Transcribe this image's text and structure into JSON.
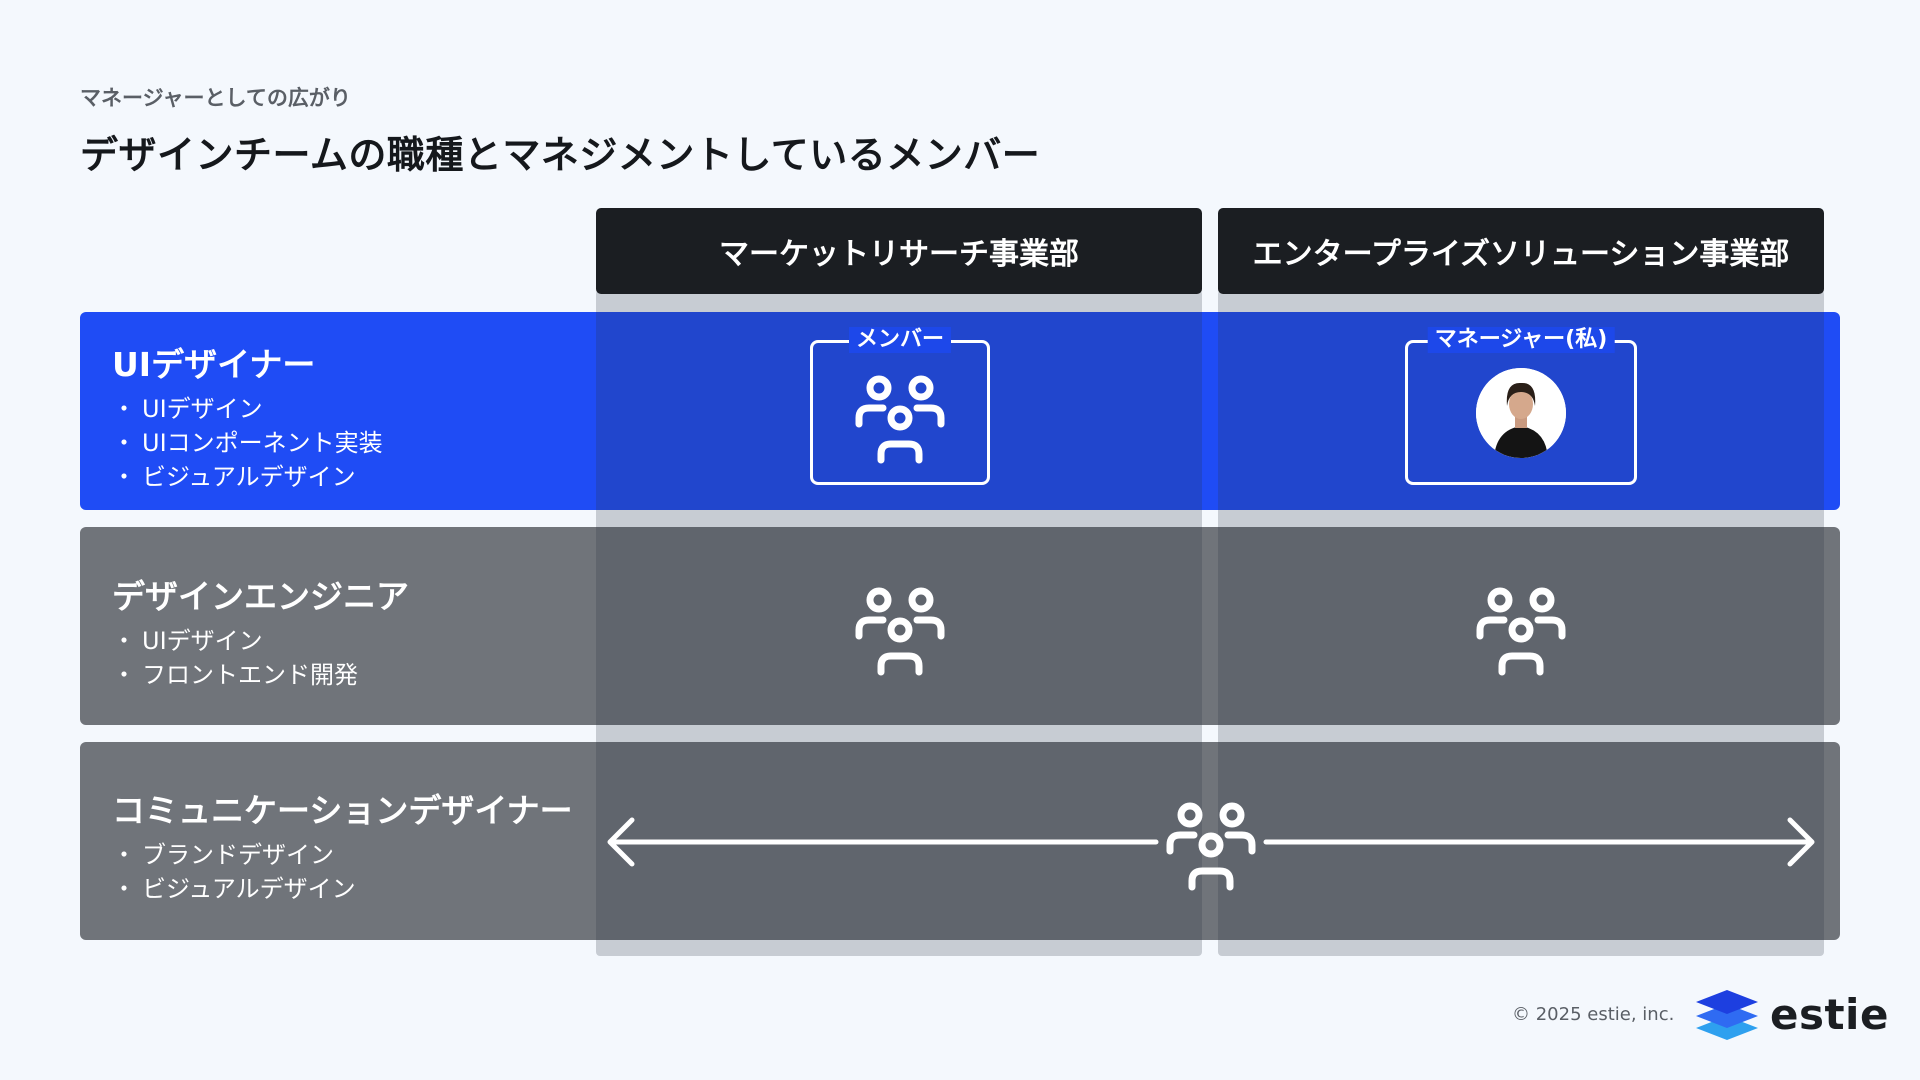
{
  "header": {
    "subtitle": "マネージャーとしての広がり",
    "title": "デザインチームの職種とマネジメントしているメンバー"
  },
  "columns": [
    {
      "label": "マーケットリサーチ事業部"
    },
    {
      "label": "エンタープライズソリューション事業部"
    }
  ],
  "rows": [
    {
      "title": "UIデザイナー",
      "bullets": [
        "UIデザイン",
        "UIコンポーネント実装",
        "ビジュアルデザイン"
      ]
    },
    {
      "title": "デザインエンジニア",
      "bullets": [
        "UIデザイン",
        "フロントエンド開発"
      ]
    },
    {
      "title": "コミュニケーションデザイナー",
      "bullets": [
        "ブランドデザイン",
        "ビジュアルデザイン"
      ]
    }
  ],
  "badges": {
    "member": "メンバー",
    "manager": "マネージャー(私)"
  },
  "icons": {
    "group": "people-group-icon",
    "avatar": "person-avatar-icon",
    "arrow": "double-arrow-icon",
    "logo": "layers-logo-icon"
  },
  "colors": {
    "ui_row": "#1f4cf5",
    "other_rows": "#70747a",
    "column_header": "#1b1e22",
    "logo_blue": "#2f6bf2"
  },
  "footer": {
    "copyright": "© 2025 estie, inc.",
    "logo_text": "estie"
  }
}
